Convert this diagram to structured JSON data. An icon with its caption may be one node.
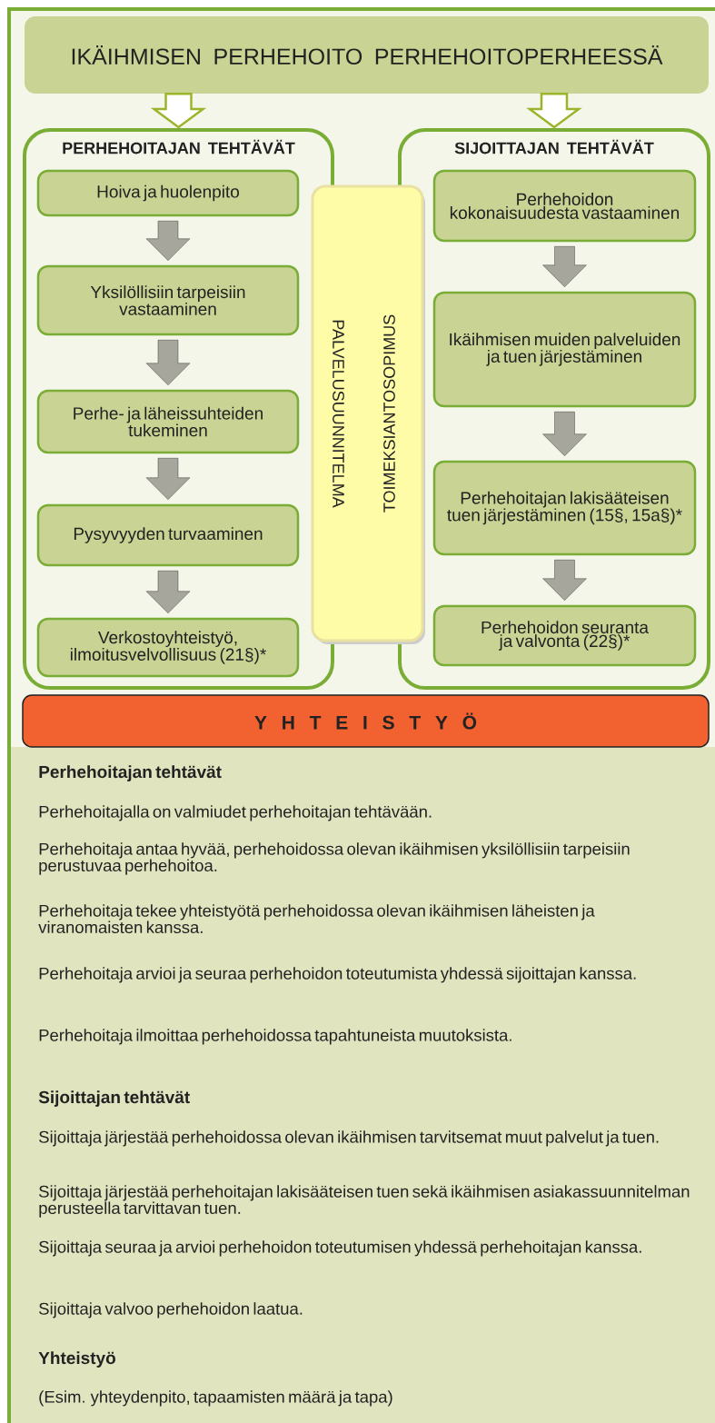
{
  "diagram": {
    "nodes": [
      {
        "text": [
          "IKÄIHMISEN PERHEHOITO PERHEHOITOPERHEESSÄ"
        ]
      },
      {
        "text": [
          "PERHEHOITAJAN TEHTÄVÄT"
        ]
      },
      {
        "text": [
          "Hoiva ja huolenpito"
        ],
        "in": 1
      },
      {
        "text": [
          "Yksilöllisiin tarpeisiin vastaaminen"
        ],
        "in": 1
      },
      {
        "text": [
          "Perhe- ja läheissuhteiden tukeminen"
        ],
        "in": 1
      },
      {
        "text": [
          "Pysyvyyden turvaaminen"
        ],
        "in": 1
      },
      {
        "text": [
          "Verkostoyhteistyö, ilmoitusvelvollisuus (21§)*"
        ],
        "in": 1
      },
      {
        "text": [
          "PALVELUSUUNNITELMA",
          "TOIMEKSIANTOSOPIMUS"
        ]
      },
      {
        "text": [
          "SIJOITTAJAN TEHTÄVÄT"
        ]
      },
      {
        "text": [
          "Perhehoidon kokonaisuudesta vastaaminen"
        ],
        "in": 8
      },
      {
        "text": [
          "Ikäihmisen muiden palveluiden ja tuen järjestäminen"
        ],
        "in": 8
      },
      {
        "text": [
          "Perhehoitajan lakisääteisen tuen järjestäminen (15§, 15a§)*"
        ],
        "in": 8
      },
      {
        "text": [
          "Perhehoidon seuranta ja valvonta (22§)*"
        ],
        "in": 8
      },
      {
        "text": [
          "Y H T E I S T Y Ö"
        ]
      }
    ],
    "edges": [
      {
        "from": 0,
        "to": 1,
        "arrow": "to",
        "color": "#9ab52a"
      },
      {
        "from": 0,
        "to": 8,
        "arrow": "to",
        "color": "#9ab52a"
      },
      {
        "from": 2,
        "to": 3,
        "arrow": "to"
      },
      {
        "from": 3,
        "to": 4,
        "arrow": "to"
      },
      {
        "from": 4,
        "to": 5,
        "arrow": "to"
      },
      {
        "from": 5,
        "to": 6,
        "arrow": "to"
      },
      {
        "from": 9,
        "to": 10,
        "arrow": "to"
      },
      {
        "from": 10,
        "to": 11,
        "arrow": "to"
      },
      {
        "from": 11,
        "to": 12,
        "arrow": "to"
      }
    ],
    "labels": [
      "Perhehoitajan tehtävät",
      "Perhehoitajalla on valmiudet perhehoitajan tehtävään.",
      "Perhehoitaja antaa hyvää, perhehoidossa olevan ikäihmisen yksilöllisiin tarpeisiin perustuvaa perhehoitoa.",
      "Perhehoitaja tekee yhteistyötä perhehoidossa olevan ikäihmisen läheisten ja viranomaisten kanssa.",
      "Perhehoitaja arvioi ja seuraa perhehoidon toteutumista yhdessä sijoittajan kanssa.",
      "Perhehoitaja ilmoittaa perhehoidossa tapahtuneista muutoksista.",
      "Sijoittajan tehtävät",
      "Sijoittaja järjestää perhehoidossa olevan ikäihmisen tarvitsemat muut palvelut ja tuen.",
      "Sijoittaja järjestää perhehoitajan lakisääteisen tuen sekä ikäihmisen asiakassuunnitelman perusteella tarvittavan tuen.",
      "Sijoittaja seuraa ja arvioi perhehoidon toteutumisen yhdessä perhehoitajan kanssa.",
      "Sijoittaja valvoo perhehoidon laatua.",
      "Yhteistyö",
      "(Esim. yhteydenpito, tapaamisten määrä ja tapa)"
    ]
  }
}
